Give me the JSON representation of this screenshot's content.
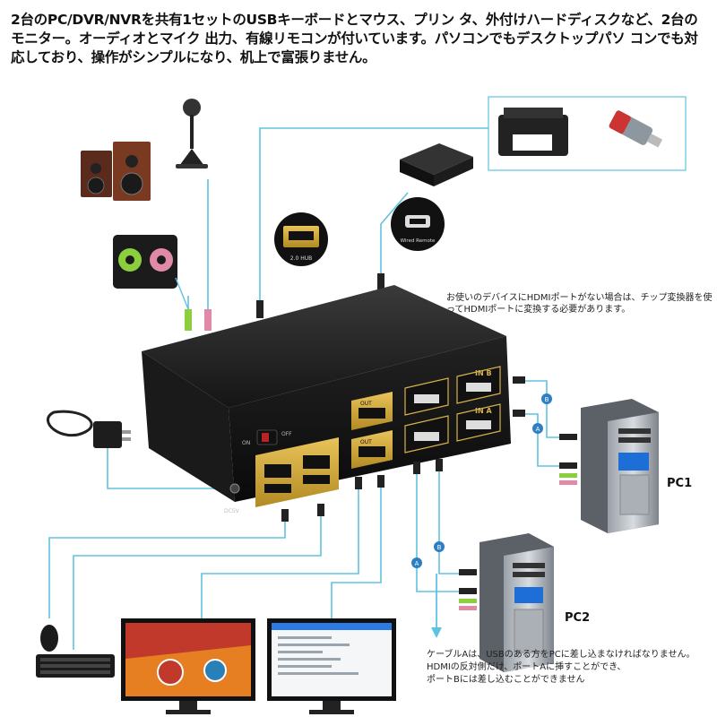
{
  "header": {
    "description": "2台のPC/DVR/NVRを共有1セットのUSBキーボードとマウス、プリン タ、外付けハードディスクなど、2台のモニター。オーディオとマイク 出力、有線リモコンが付いています。パソコンでもデスクトップパソ コンでも対応しており、操作がシンプルになり、机上で富張りません。"
  },
  "notes": {
    "hdmi_adapter": "お使いのデバイスにHDMIポートがない場合は、チップ変換器を使ってHDMIポートに変換する必要があります。",
    "cable_line1": "ケーブルAは、USBのある方をPCに差し込まなければなりません。",
    "cable_line2": "HDMIの反対側だけ、ポートAに挿すことができ、",
    "cable_line3": "ポートBには差し込むことができません"
  },
  "labels": {
    "pc1": "PC1",
    "pc2": "PC2",
    "usb_hub": "2.0 HUB",
    "wired_remote": "Wired Remote",
    "dc_in": "DC5V",
    "power_off": "OFF",
    "power_on": "ON",
    "out1": "OUT",
    "out2": "OUT",
    "in_a": "IN A",
    "in_b": "IN B",
    "marker_a": "A",
    "marker_b": "B"
  }
}
